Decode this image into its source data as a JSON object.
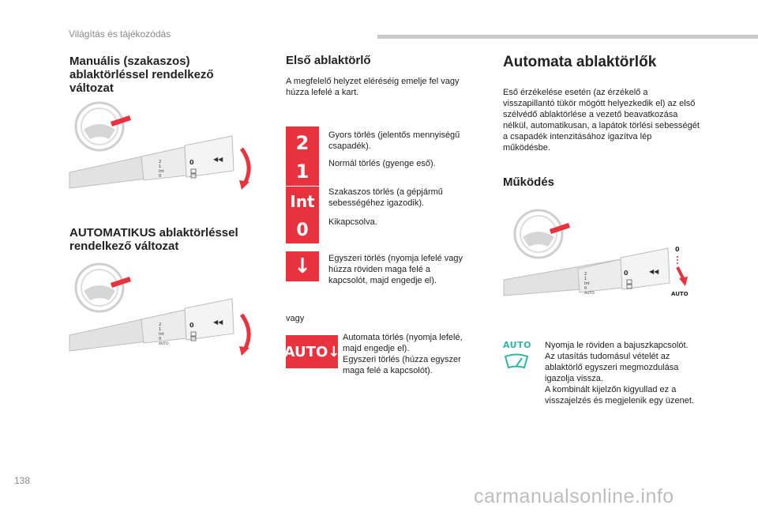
{
  "header": {
    "section": "Világítás és tájékozódás"
  },
  "page_number": "138",
  "watermark": "carmanualsonline.info",
  "col1": {
    "heading_manual": "Manuális (szakaszos) ablaktörléssel rendelkező változat",
    "heading_auto": "AUTOMATIKUS ablaktörléssel rendelkező változat",
    "stalk_labels_manual": [
      "2",
      "1",
      "Int",
      "0"
    ],
    "stalk_labels_auto": [
      "2",
      "1",
      "Int",
      "0",
      "AUTO"
    ]
  },
  "col2": {
    "heading": "Első ablaktörlő",
    "intro": "A megfelelő helyzet eléréséig emelje fel vagy húzza lefelé a kart.",
    "items": [
      {
        "badge": "2",
        "text": "Gyors törlés (jelentős mennyiségű csapadék)."
      },
      {
        "badge": "1",
        "text": "Normál törlés (gyenge eső)."
      },
      {
        "badge": "Int",
        "text": "Szakaszos törlés (a gépjármű sebességéhez igazodik)."
      },
      {
        "badge": "0",
        "text": "Kikapcsolva."
      },
      {
        "badge": "↓",
        "text": "Egyszeri törlés (nyomja lefelé vagy húzza röviden maga felé a kapcsolót, majd engedje el)."
      }
    ],
    "or": "vagy",
    "auto_badge": "AUTO",
    "auto_text": "Automata törlés (nyomja lefelé, majd engedje el).\nEgyszeri törlés (húzza egyszer maga felé a kapcsolót)."
  },
  "col3": {
    "heading": "Automata ablaktörlők",
    "intro": "Eső érzékelése esetén (az érzékelő a visszapillantó tükör mögött helyezkedik el) az első szélvédő ablaktörlése a vezető beavatkozása nélkül, automatikusan, a lapátok törlési sebességét a csapadék intenzitásához igazítva lép működésbe.",
    "subheading": "Működés",
    "diagram_labels": [
      "0",
      "AUTO"
    ],
    "stalk_labels": [
      "2",
      "1",
      "Int",
      "0",
      "AUTO"
    ],
    "auto_label": "AUTO",
    "note": "Nyomja le röviden a bajuszkapcsolót.\nAz utasítás tudomásul vételét az ablaktörlő egyszeri megmozdulása igazolja vissza.\nA kombinált kijelzőn kigyullad ez a visszajelzés és megjelenik egy üzenet."
  }
}
